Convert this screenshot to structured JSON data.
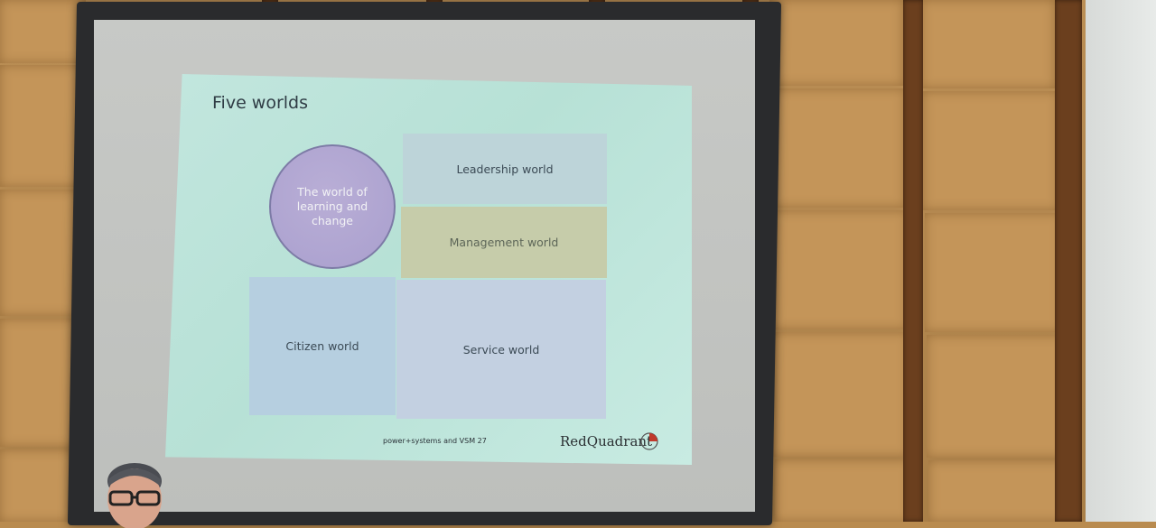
{
  "slide": {
    "title": "Five worlds",
    "circle_label": "The world of learning and change",
    "leadership": "Leadership world",
    "management": "Management world",
    "citizen": "Citizen world",
    "service": "Service world",
    "footer": "power+systems and VSM 27",
    "logo": "RedQuadrant"
  },
  "colors": {
    "wood": "#b88a4e",
    "post": "#6b3f1e",
    "slide_bg": "#b7e1d6",
    "circle": "#a99fce",
    "management": "#c6ccaa"
  }
}
